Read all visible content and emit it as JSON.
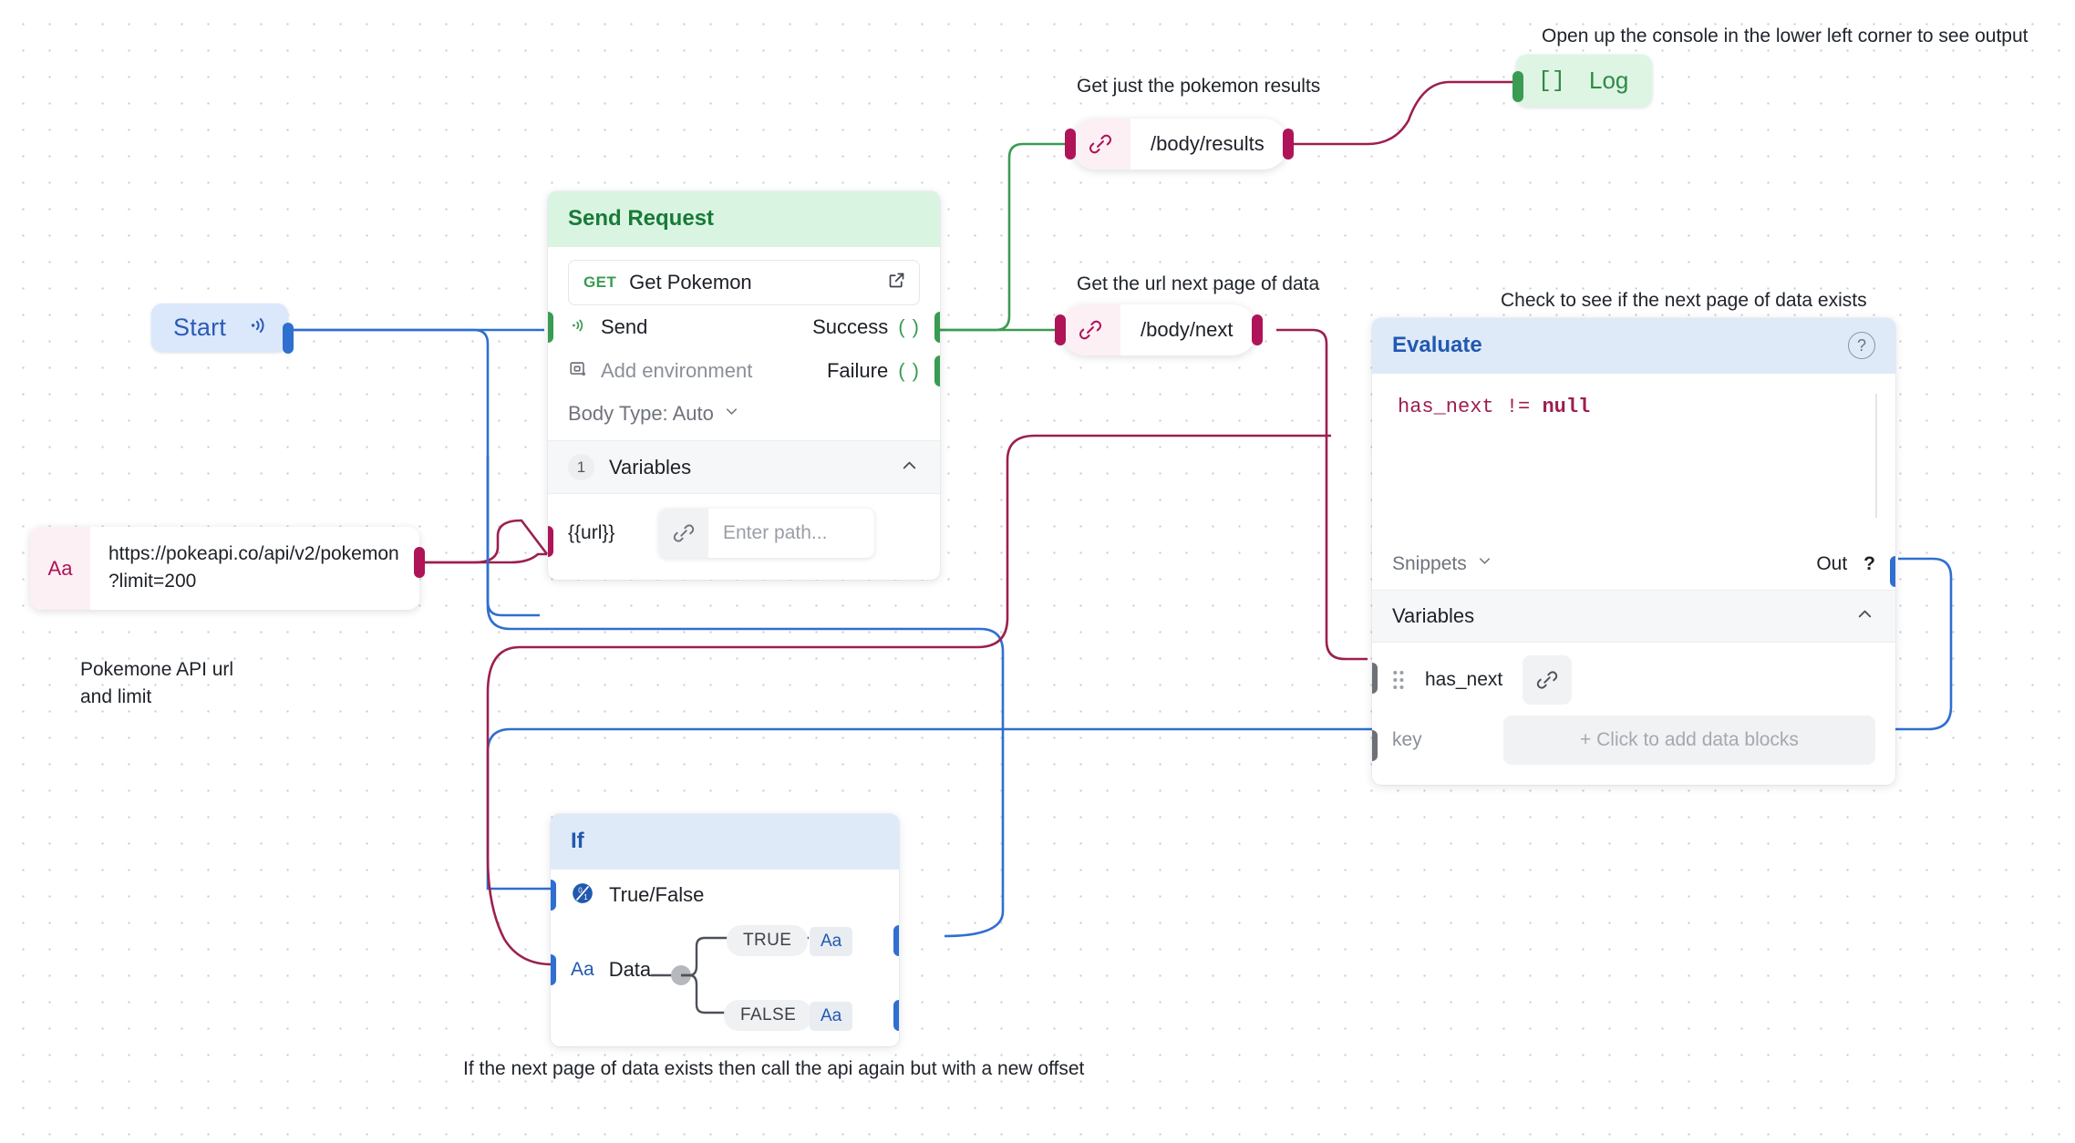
{
  "annotations": {
    "console_hint": "Open up the console in the lower left corner to see output",
    "pokemon_results": "Get just the pokemon results",
    "next_page_url": "Get the url next page of data",
    "check_next_page": "Check to see if the next page of data exists",
    "api_url_note": "Pokemone API url\nand limit",
    "offset_note": "If the next page of data exists then call the api again but with a new offset"
  },
  "start_node": {
    "label": "Start",
    "icon": "broadcast-icon"
  },
  "log_node": {
    "bracket_icon": "[]",
    "label": "Log"
  },
  "send_request": {
    "title": "Send Request",
    "method": "GET",
    "request_name": "Get Pokemon",
    "open_icon": "external-link-icon",
    "send_label": "Send",
    "send_icon": "broadcast-icon",
    "environment_label": "Add environment",
    "environment_icon": "environment-icon",
    "body_type_label": "Body Type: Auto",
    "outputs": {
      "success": "Success",
      "failure": "Failure",
      "paren_icon": "( )"
    },
    "variables": {
      "count": "1",
      "title": "Variables",
      "collapse_icon": "chevron-up-icon",
      "key": "{{url}}",
      "link_icon": "link-icon",
      "path_placeholder": "Enter path..."
    }
  },
  "data_pills": {
    "results": {
      "text": "/body/results",
      "icon": "link-icon"
    },
    "next": {
      "text": "/body/next",
      "icon": "link-icon"
    }
  },
  "url_text_block": {
    "icon": "Aa",
    "value": "https://pokeapi.co/api/v2/pokemon\n?limit=200"
  },
  "evaluate": {
    "title": "Evaluate",
    "help_icon": "question-circle-icon",
    "code_prefix": "has_next != ",
    "code_keyword": "null",
    "snippets_label": "Snippets",
    "snippets_icon": "chevron-down-icon",
    "out_label": "Out",
    "out_help": "?",
    "variables": {
      "title": "Variables",
      "collapse_icon": "chevron-up-icon",
      "drag_icon": "drag-handle-icon",
      "name": "has_next",
      "link_icon": "link-icon",
      "key_label": "key",
      "add_blocks_label": "+ Click to add data blocks"
    }
  },
  "if_node": {
    "title": "If",
    "condition_label": "True/False",
    "condition_icon": "zero-one-icon",
    "data_label": "Data",
    "data_icon": "Aa",
    "true_label": "TRUE",
    "false_label": "FALSE",
    "true_output_icon": "Aa",
    "false_output_icon": "Aa"
  },
  "colors": {
    "blue": "#2f6fd0",
    "green": "#3a9b52",
    "pink": "#ae1457",
    "grey": "#6d7076",
    "header_green": "#d9f5e1",
    "header_blue": "#dfeaf9"
  }
}
